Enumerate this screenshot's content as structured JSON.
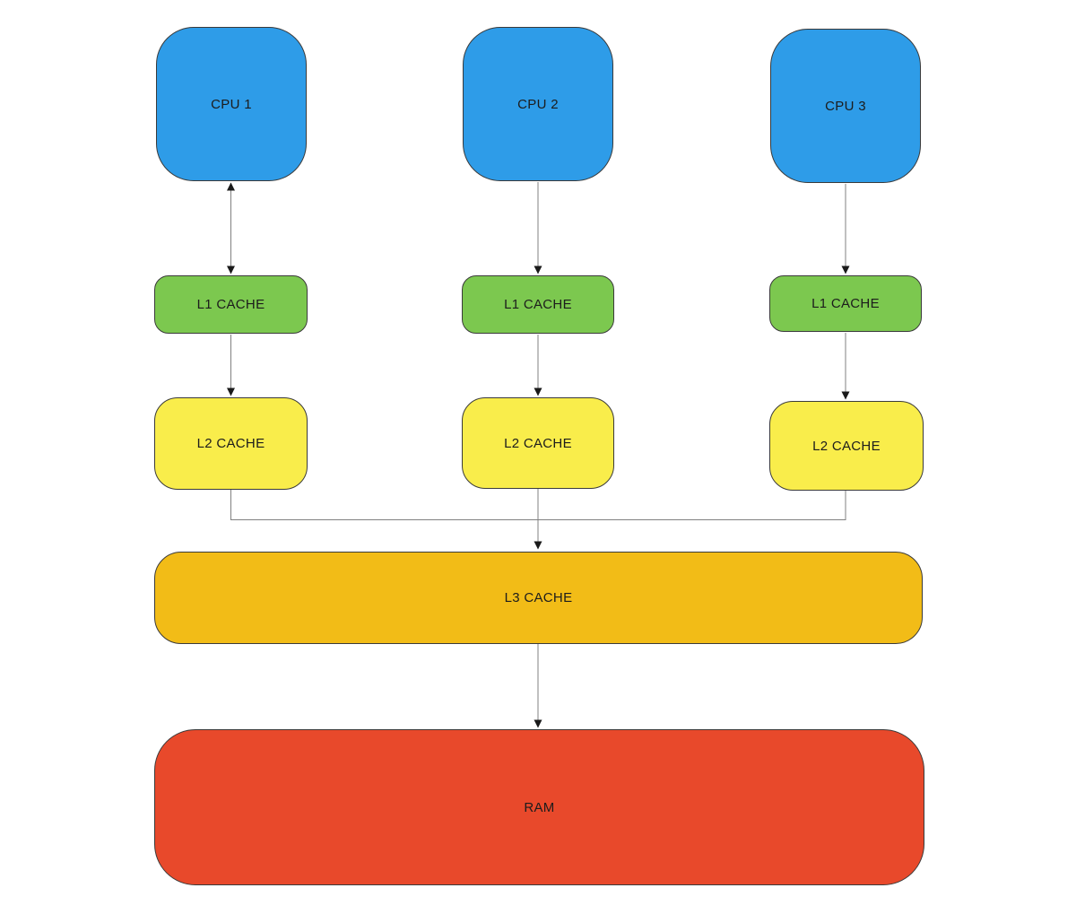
{
  "diagram": {
    "background": "#ffffff",
    "connector_color": "#808080",
    "arrowhead_color": "#1a1a1a",
    "nodes": [
      {
        "id": "cpu1",
        "label": "CPU 1",
        "fill": "#2E9CE8"
      },
      {
        "id": "cpu2",
        "label": "CPU 2",
        "fill": "#2E9CE8"
      },
      {
        "id": "cpu3",
        "label": "CPU 3",
        "fill": "#2E9CE8"
      },
      {
        "id": "l1-1",
        "label": "L1 CACHE",
        "fill": "#7CC84F"
      },
      {
        "id": "l1-2",
        "label": "L1 CACHE",
        "fill": "#7CC84F"
      },
      {
        "id": "l1-3",
        "label": "L1 CACHE",
        "fill": "#7CC84F"
      },
      {
        "id": "l2-1",
        "label": "L2 CACHE",
        "fill": "#F9ED4B"
      },
      {
        "id": "l2-2",
        "label": "L2 CACHE",
        "fill": "#F9ED4B"
      },
      {
        "id": "l2-3",
        "label": "L2 CACHE",
        "fill": "#F9ED4B"
      },
      {
        "id": "l3",
        "label": "L3 CACHE",
        "fill": "#F2BC17"
      },
      {
        "id": "ram",
        "label": "RAM",
        "fill": "#E8492B"
      }
    ],
    "edges": [
      {
        "from": "cpu1",
        "to": "l1-1",
        "arrow": "both"
      },
      {
        "from": "cpu2",
        "to": "l1-2",
        "arrow": "end"
      },
      {
        "from": "cpu3",
        "to": "l1-3",
        "arrow": "end"
      },
      {
        "from": "l1-1",
        "to": "l2-1",
        "arrow": "end"
      },
      {
        "from": "l1-2",
        "to": "l2-2",
        "arrow": "end"
      },
      {
        "from": "l1-3",
        "to": "l2-3",
        "arrow": "end"
      },
      {
        "from": "l2-1",
        "to": "l3",
        "arrow": "end"
      },
      {
        "from": "l2-2",
        "to": "l3",
        "arrow": "end"
      },
      {
        "from": "l2-3",
        "to": "l3",
        "arrow": "end"
      },
      {
        "from": "l3",
        "to": "ram",
        "arrow": "end"
      }
    ]
  }
}
